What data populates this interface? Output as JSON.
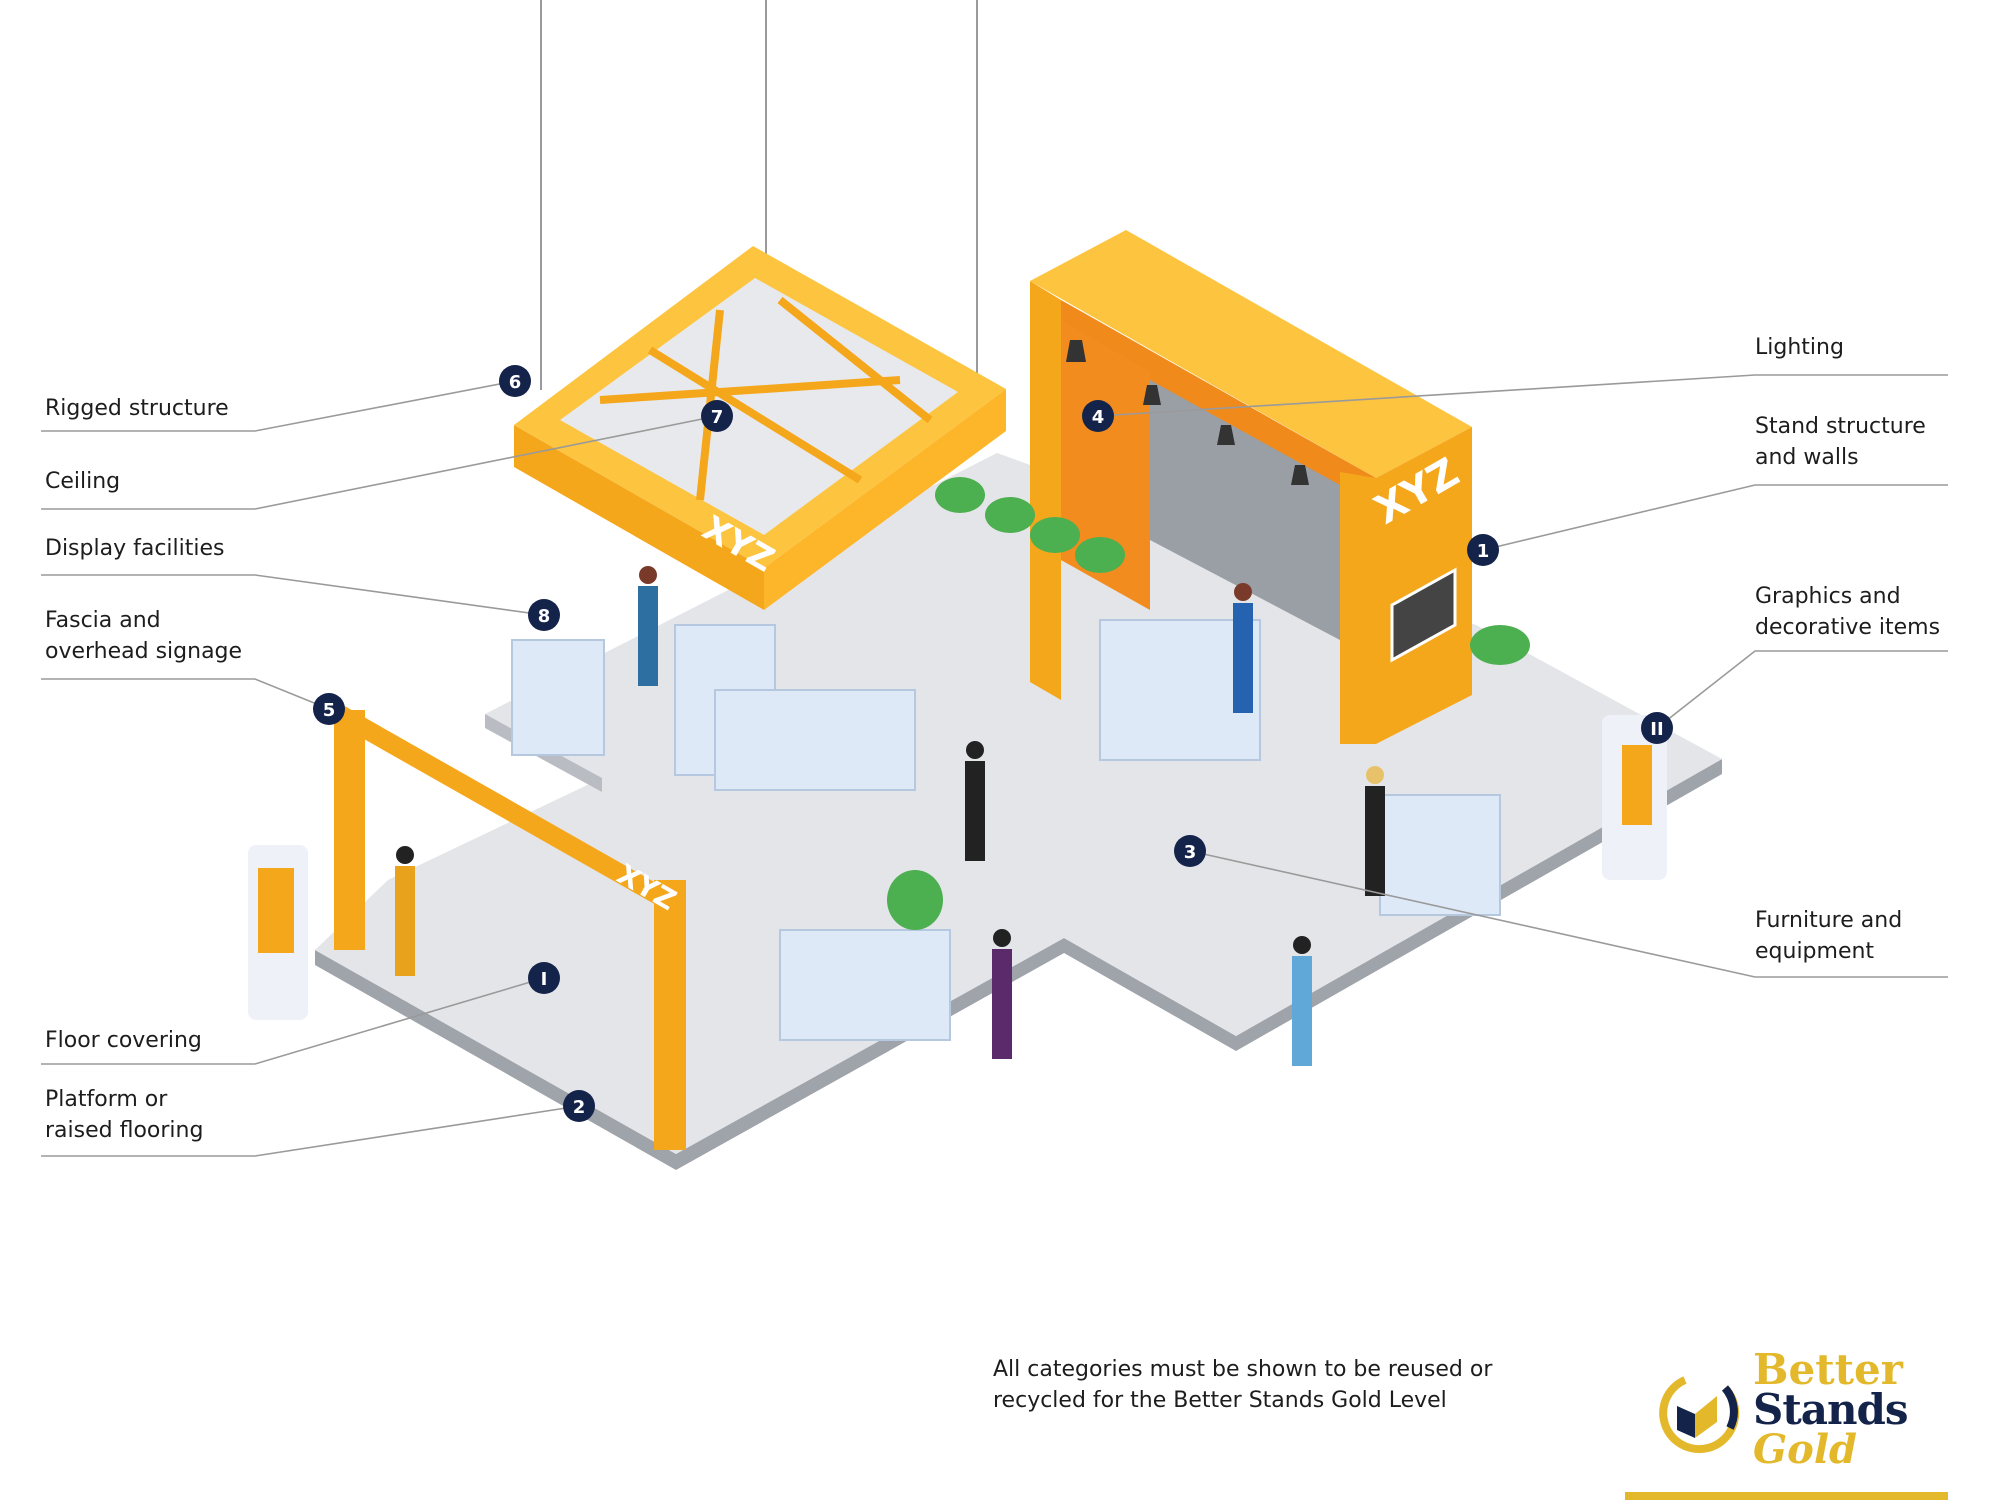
{
  "labels_left": {
    "rigged": "Rigged structure",
    "ceiling": "Ceiling",
    "display": "Display facilities",
    "fascia_1": "Fascia and",
    "fascia_2": "overhead signage",
    "floor": "Floor covering",
    "platform_1": "Platform or",
    "platform_2": "raised flooring"
  },
  "labels_right": {
    "lighting": "Lighting",
    "stand_1": "Stand structure",
    "stand_2": "and walls",
    "graphics_1": "Graphics and",
    "graphics_2": "decorative items",
    "furniture_1": "Furniture and",
    "furniture_2": "equipment"
  },
  "markers": {
    "m1": "1",
    "m2": "2",
    "m3": "3",
    "m4": "4",
    "m5": "5",
    "m6": "6",
    "m7": "7",
    "m8": "8",
    "mI": "I",
    "mII": "II"
  },
  "signage": {
    "brand": "XYZ"
  },
  "note": {
    "line1": "All categories must be shown to be reused or",
    "line2": "recycled for the Better Stands Gold Level"
  },
  "logo": {
    "line1": "Better",
    "line2": "Stands",
    "line3": "Gold"
  },
  "colors": {
    "orange": "#f5a71c",
    "orange_light": "#fdc43f",
    "navy": "#14234a",
    "gold": "#e3b92b",
    "floor": "#e4e5e8"
  }
}
